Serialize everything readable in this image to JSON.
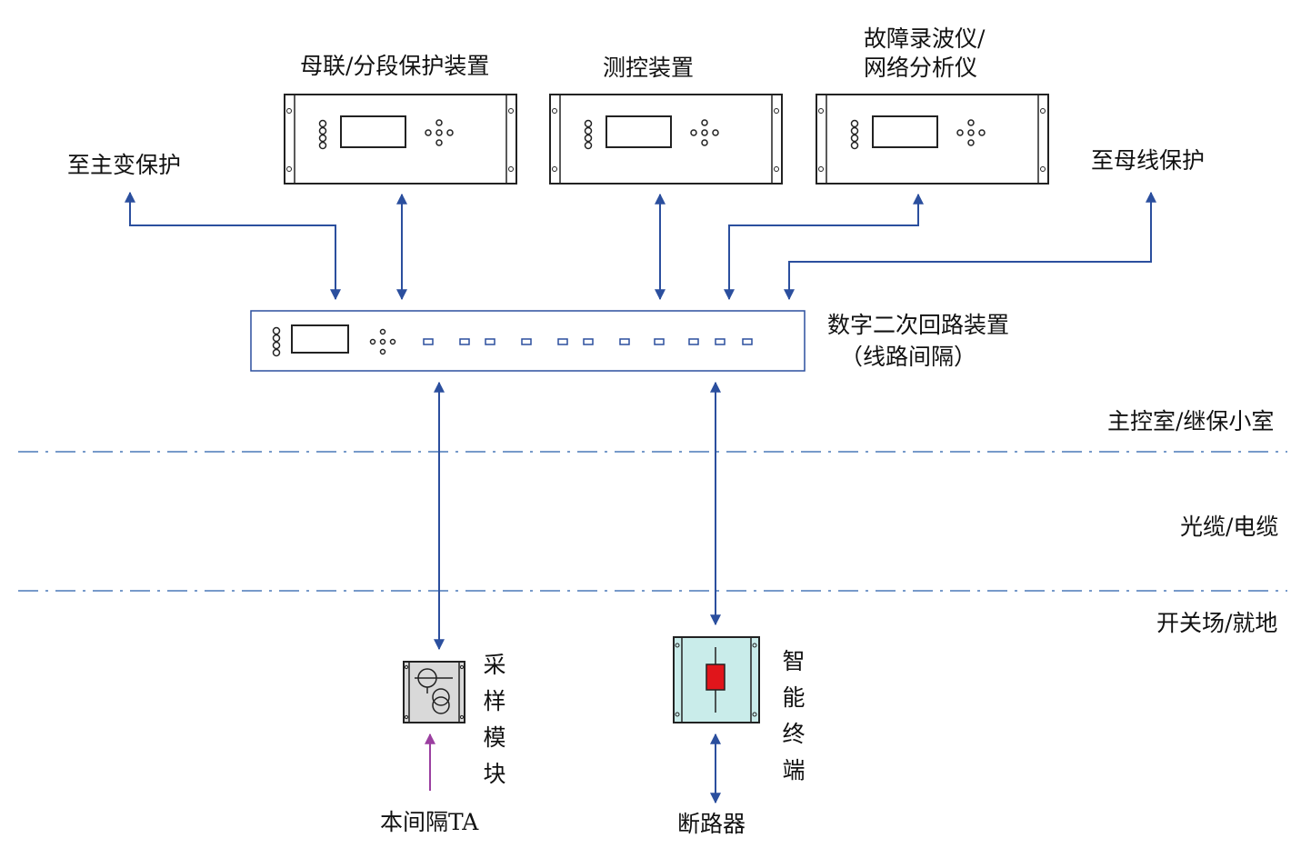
{
  "devices": {
    "busbar_protection": "母联/分段保护装置",
    "measure_control": "测控装置",
    "fault_recorder_line1": "故障录波仪/",
    "fault_recorder_line2": "网络分析仪"
  },
  "links": {
    "to_transformer_protection": "至主变保护",
    "to_bus_protection": "至母线保护"
  },
  "main_device": {
    "name": "数字二次回路装置",
    "sub": "（线路间隔）"
  },
  "zones": {
    "control_room": "主控室/继保小室",
    "cable": "光缆/电缆",
    "switchyard": "开关场/就地"
  },
  "field_devices": {
    "sampling_module": [
      "采",
      "样",
      "模",
      "块"
    ],
    "smart_terminal": [
      "智",
      "能",
      "终",
      "端"
    ]
  },
  "field_inputs": {
    "ta": "本间隔TA",
    "breaker": "断路器"
  },
  "colors": {
    "line_blue": "#2b4f9e",
    "ta_purple": "#9b3fa0",
    "dash_blue": "#4a78b8",
    "breaker_red": "#e0151b",
    "terminal_fill": "#c9ecea",
    "sampling_fill": "#d9d9d9"
  }
}
